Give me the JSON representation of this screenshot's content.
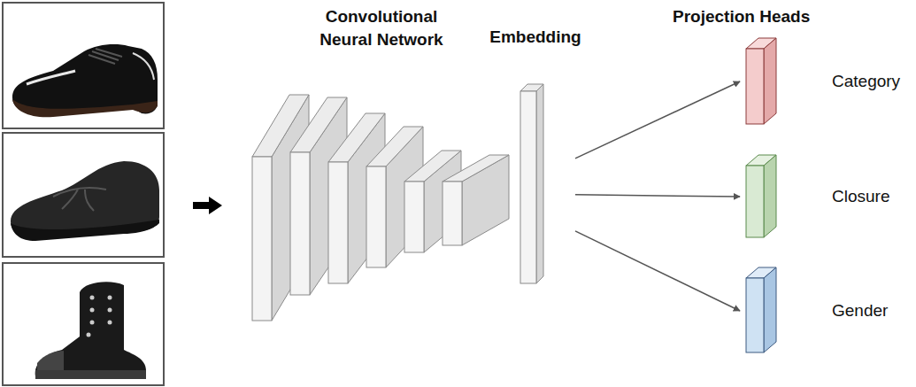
{
  "diagram": {
    "nodes": [
      {
        "text": [
          "Convolutional Neural Network"
        ]
      },
      {
        "text": [
          "Embedding"
        ]
      },
      {
        "text": [
          "Category"
        ]
      },
      {
        "text": [
          "Closure"
        ]
      },
      {
        "text": [
          "Gender"
        ]
      }
    ],
    "edges": [
      {
        "from": 1,
        "to": 2,
        "arrow": "to"
      },
      {
        "from": 1,
        "to": 3,
        "arrow": "to"
      },
      {
        "from": 1,
        "to": 4,
        "arrow": "to"
      }
    ],
    "labels": [
      "Projection Heads"
    ]
  }
}
